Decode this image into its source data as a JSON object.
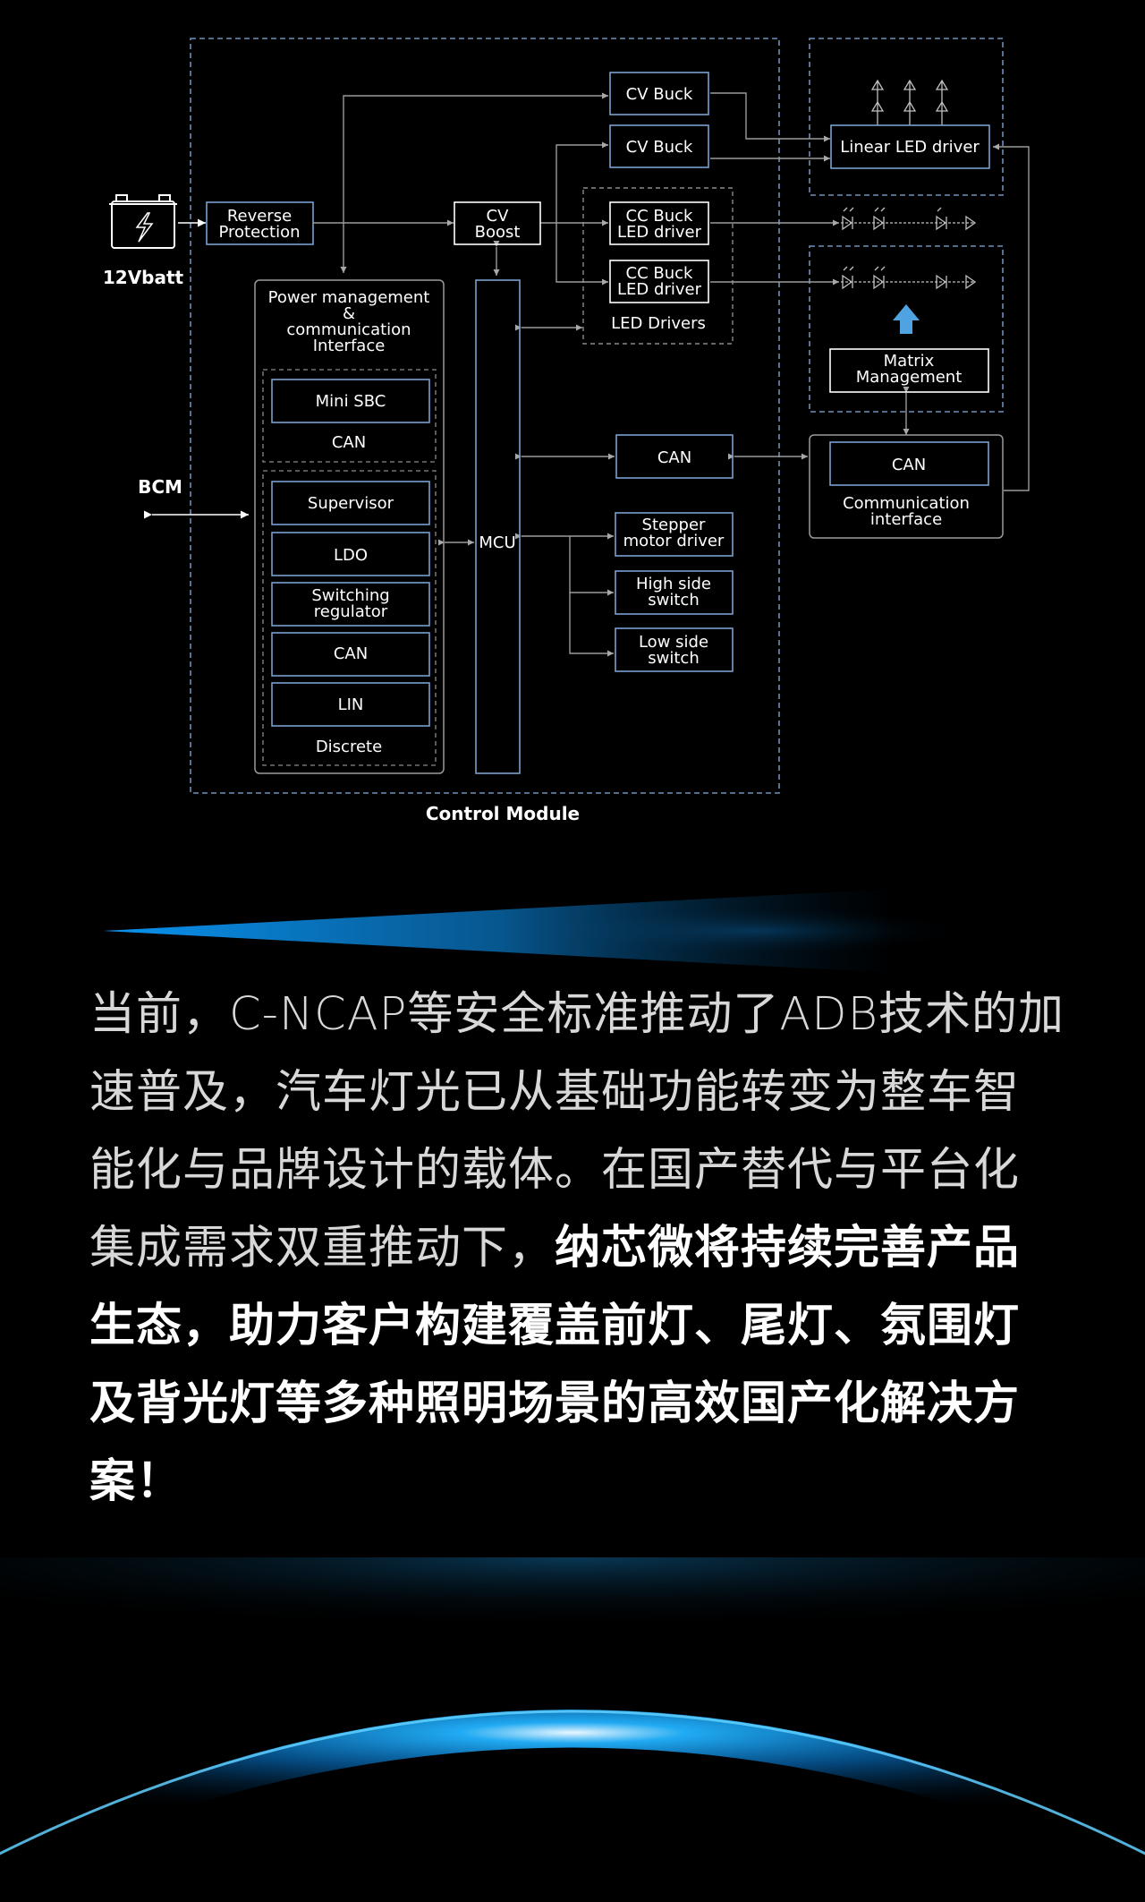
{
  "diagram": {
    "battery_label": "12Vbatt",
    "bcm_label": "BCM",
    "reverse_protection": [
      "Reverse",
      "Protection"
    ],
    "cv_boost": [
      "CV",
      "Boost"
    ],
    "cv_buck_1": "CV Buck",
    "cv_buck_2": "CV Buck",
    "cc_buck_1": [
      "CC Buck",
      "LED driver"
    ],
    "cc_buck_2": [
      "CC Buck",
      "LED driver"
    ],
    "led_drivers_label": "LED Drivers",
    "linear_led_driver": "Linear LED driver",
    "matrix_management": [
      "Matrix",
      "Management"
    ],
    "comm_can": "CAN",
    "communication_interface": [
      "Communication",
      "interface"
    ],
    "power_mgmt_title": [
      "Power management",
      "&",
      "communication",
      "Interface"
    ],
    "mini_sbc": "Mini SBC",
    "sbc_can": "CAN",
    "supervisor": "Supervisor",
    "ldo": "LDO",
    "switching_regulator": [
      "Switching",
      "regulator"
    ],
    "discrete_can": "CAN",
    "lin": "LIN",
    "discrete_label": "Discrete",
    "mcu": "MCU",
    "mcu_can": "CAN",
    "stepper": [
      "Stepper",
      "motor driver"
    ],
    "high_side": [
      "High side",
      "switch"
    ],
    "low_side": [
      "Low side",
      "switch"
    ],
    "control_module_label": "Control Module"
  },
  "text": {
    "para_normal": "当前，C-NCAP等安全标准推动了ADB技术的加速普及，汽车灯光已从基础功能转变为整车智能化与品牌设计的载体。在国产替代与平台化集成需求双重推动下，",
    "para_bold": "纳芯微将持续完善产品生态，助力客户构建覆盖前灯、尾灯、氛围灯及背光灯等多种照明场景的高效国产化解决方案！"
  },
  "colors": {
    "background": "#000000",
    "box_blue": "#7b9fcf",
    "dashed_blue": "#6f8fb8",
    "line_gray": "#9a9a9a",
    "arrow_blue": "#4fa3e0",
    "glow": "#0aa8ff"
  }
}
